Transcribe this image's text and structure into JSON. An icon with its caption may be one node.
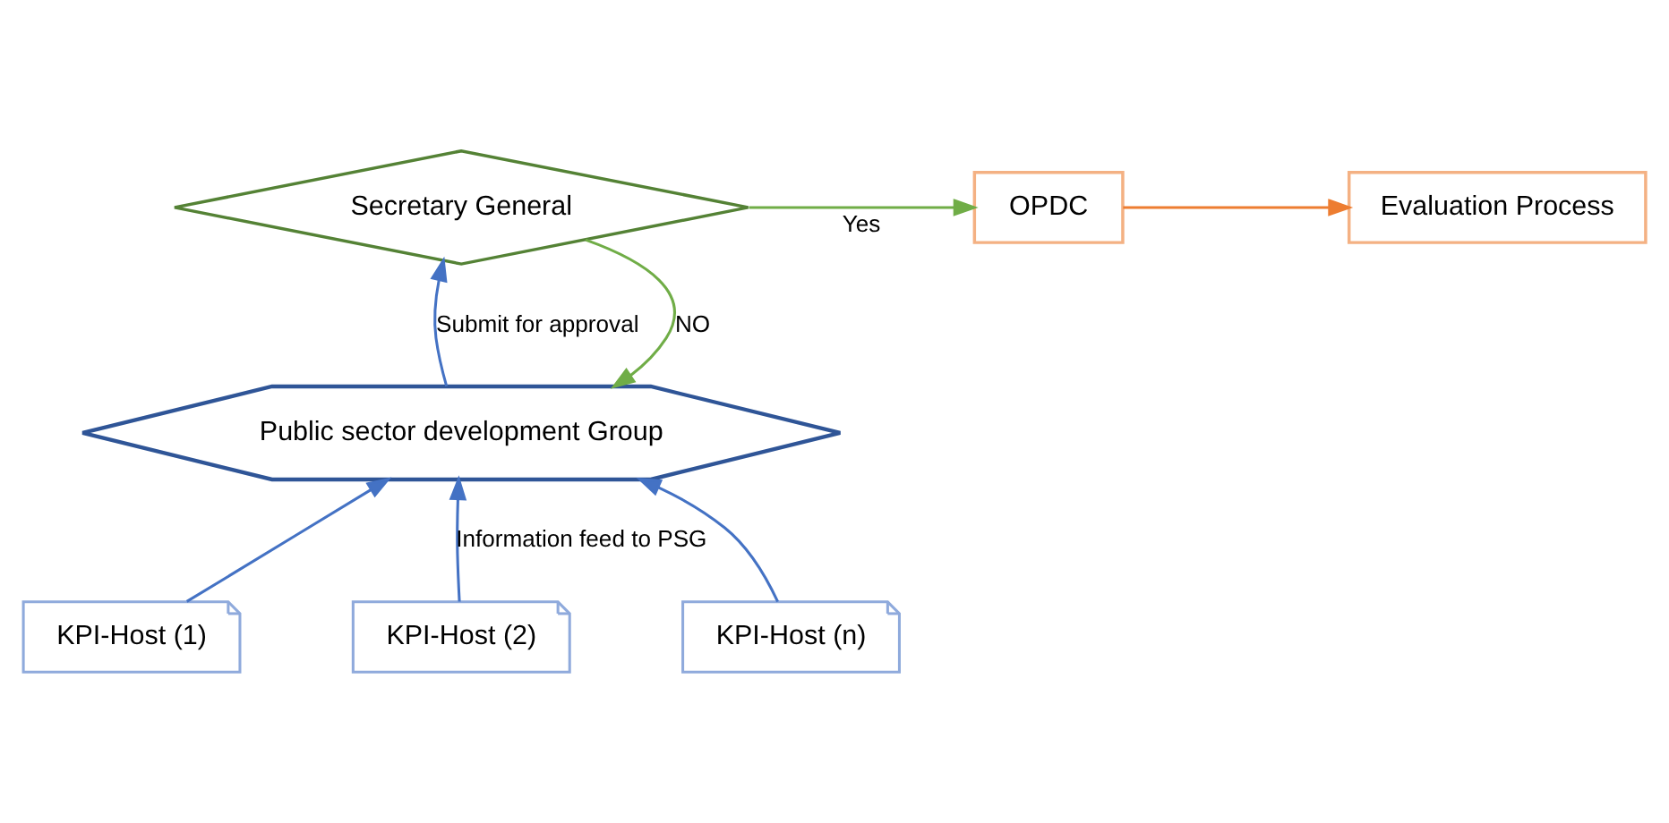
{
  "diagram": {
    "nodes": [
      {
        "text": [
          "Secretary General"
        ]
      },
      {
        "text": [
          "OPDC"
        ]
      },
      {
        "text": [
          "Evaluation Process"
        ]
      },
      {
        "text": [
          "Public sector development Group"
        ]
      },
      {
        "text": [
          "KPI-Host (1)"
        ]
      },
      {
        "text": [
          "KPI-Host (2)"
        ]
      },
      {
        "text": [
          "KPI-Host (n)"
        ]
      }
    ],
    "edges": [
      {
        "from": 0,
        "to": 1,
        "arrow": "to",
        "label": "Yes",
        "color": "#70ad47"
      },
      {
        "from": 1,
        "to": 2,
        "arrow": "to",
        "color": "#ed7d31"
      },
      {
        "from": 0,
        "to": 3,
        "arrow": "to",
        "label": "NO",
        "color": "#70ad47"
      },
      {
        "from": 3,
        "to": 0,
        "arrow": "to",
        "label": "Submit for approval"
      },
      {
        "from": 4,
        "to": 3,
        "arrow": "to"
      },
      {
        "from": 5,
        "to": 3,
        "arrow": "to",
        "label": "Information feed to PSG"
      },
      {
        "from": 6,
        "to": 3,
        "arrow": "to"
      }
    ]
  }
}
